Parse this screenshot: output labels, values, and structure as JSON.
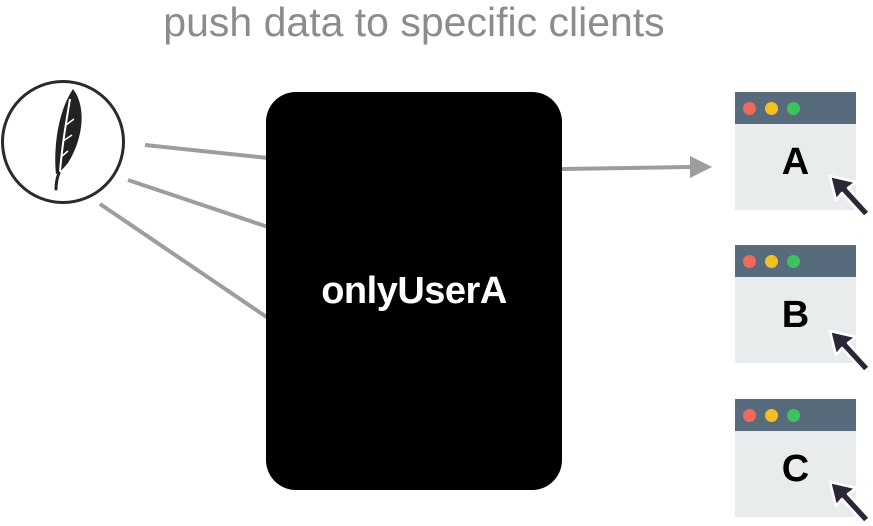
{
  "title": "push data to specific clients",
  "channel": {
    "label": "onlyUserA"
  },
  "source": {
    "icon": "feather-icon"
  },
  "clients": [
    {
      "label": "A"
    },
    {
      "label": "B"
    },
    {
      "label": "C"
    }
  ],
  "colors": {
    "title": "#8c8c8c",
    "connector": "#9d9d9d",
    "channel": "#000000",
    "client_bar": "#576b7c",
    "client_body": "#e9ecec",
    "cursor": "#2c2738",
    "dot_red": "#ee6b5c",
    "dot_yellow": "#f2c023",
    "dot_green": "#3bc45e"
  }
}
